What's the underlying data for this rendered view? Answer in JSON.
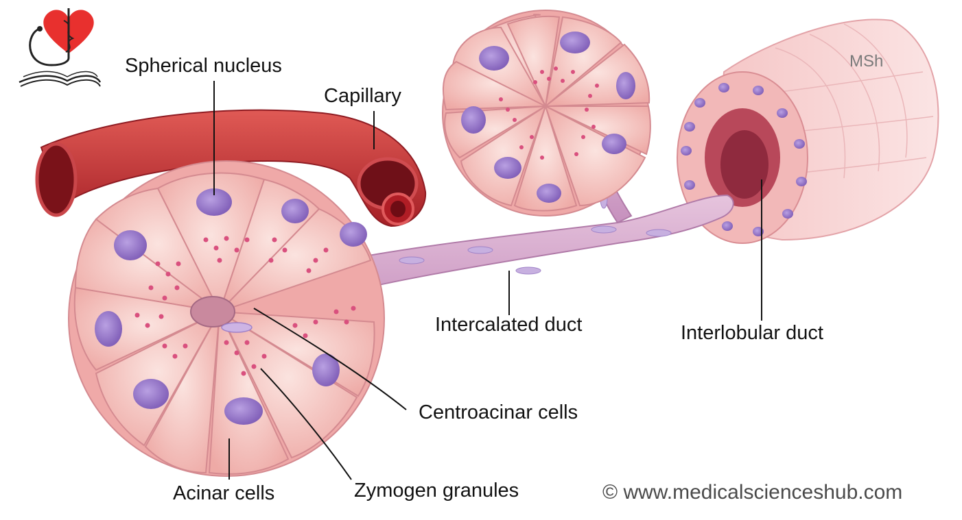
{
  "labels": {
    "spherical_nucleus": "Spherical nucleus",
    "capillary": "Capillary",
    "intercalated_duct": "Intercalated duct",
    "interlobular_duct": "Interlobular duct",
    "centroacinar_cells": "Centroacinar cells",
    "acinar_cells": "Acinar cells",
    "zymogen_granules": "Zymogen granules"
  },
  "watermark": "MSh",
  "copyright": "© www.medicalscienceshub.com",
  "colors": {
    "capillary": "#c8343a",
    "cell_fill": "#f6c9c4",
    "nucleus": "#8d6fc4",
    "granule": "#d9507e",
    "duct": "#d8a8cf",
    "logo_heart": "#e8302e"
  },
  "logo_icon": "heart-stethoscope-book-icon"
}
